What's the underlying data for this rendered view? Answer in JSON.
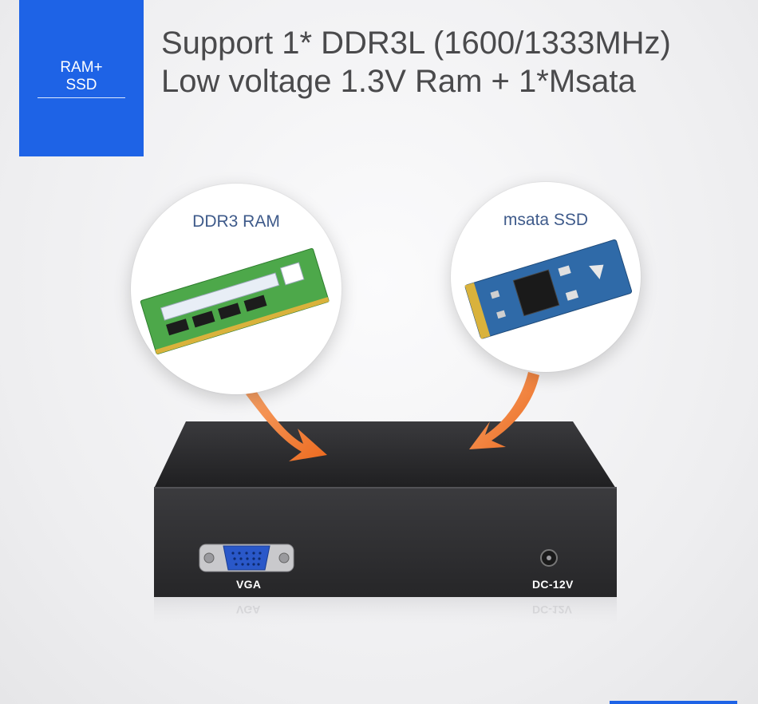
{
  "badge": {
    "line1": "RAM+",
    "line2": "SSD",
    "color": "#1e63e6"
  },
  "headline": {
    "line1": "Support 1* DDR3L (1600/1333MHz)",
    "line2": "Low voltage 1.3V Ram + 1*Msata"
  },
  "circles": {
    "ram_label": "DDR3 RAM",
    "ssd_label": "msata SSD"
  },
  "ports": {
    "vga_label": "VGA",
    "dc_label": "DC-12V"
  },
  "colors": {
    "arrow": "#f07a2a",
    "device": "#2b2b2d",
    "ram_pcb": "#4da84a",
    "ssd_pcb": "#2f6aa8"
  }
}
